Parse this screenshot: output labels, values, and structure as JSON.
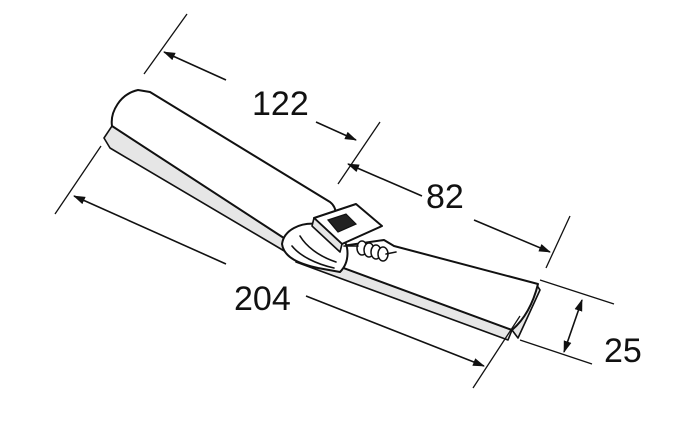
{
  "drawing": {
    "subject": "hinge-strap-part",
    "line_color": "#111111",
    "background_color": "#ffffff",
    "dimensions": {
      "left_leaf_length": {
        "label": "122"
      },
      "right_leaf_length": {
        "label": "82"
      },
      "overall_length": {
        "label": "204"
      },
      "width": {
        "label": "25"
      }
    }
  }
}
